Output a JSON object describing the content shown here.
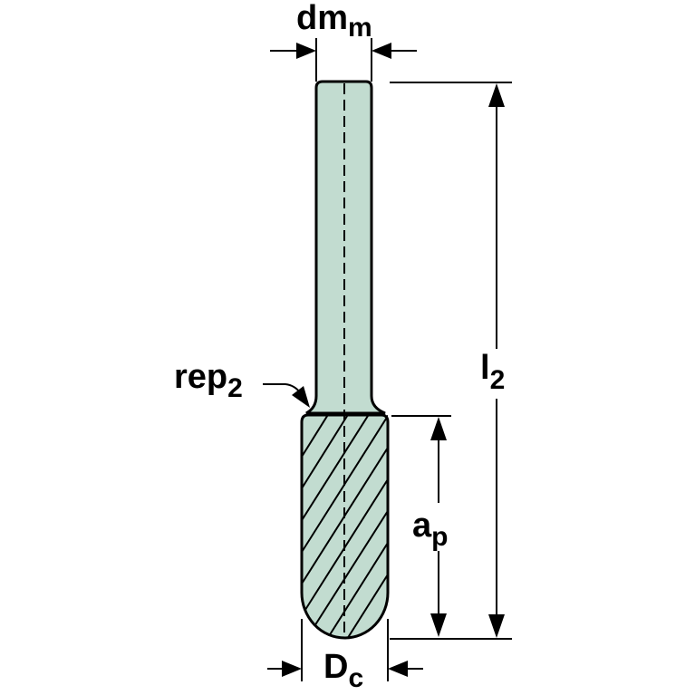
{
  "labels": {
    "shank_diameter": {
      "main": "dm",
      "sub": "m"
    },
    "total_length": {
      "main": "l",
      "sub": "2"
    },
    "neck_radius": {
      "main": "rep",
      "sub": "2"
    },
    "cutting_depth": {
      "main": "a",
      "sub": "p"
    },
    "cutting_diameter": {
      "main": "D",
      "sub": "c"
    }
  },
  "colors": {
    "tool_fill": "#c2dcd0",
    "outline": "#000000",
    "background": "#ffffff"
  }
}
